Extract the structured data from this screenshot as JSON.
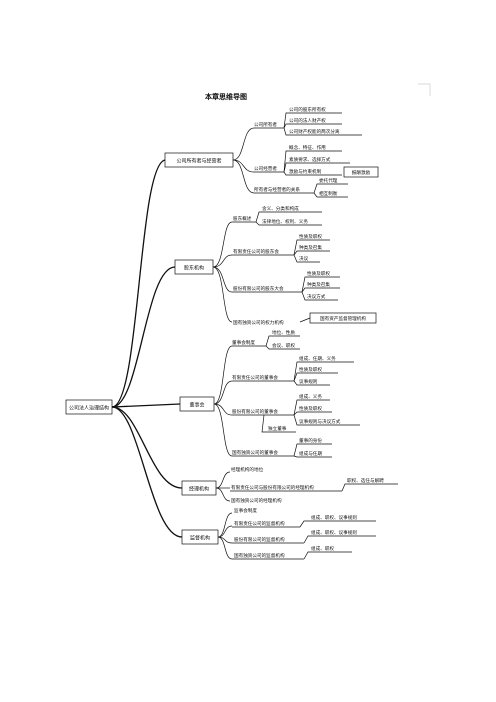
{
  "title": "本章思维导图",
  "root": "公司法人治理结构",
  "branches": [
    {
      "label": "公司所有者与经营者",
      "groups": [
        {
          "label": "公司所有者",
          "items": [
            "公司的股东所有权",
            "公司的法人财产权",
            "公司财产权能的两次分离"
          ]
        },
        {
          "label": "公司经营者",
          "items": [
            "概念、特征、作用",
            "素质要求、选择方式",
            "激励与约束机制",
            "报酬激励"
          ]
        },
        {
          "label": "所有者与经营者的关系",
          "items": [
            "委托代理",
            "相互制衡"
          ]
        }
      ]
    },
    {
      "label": "股东机构",
      "groups": [
        {
          "label": "股东概述",
          "items": [
            "含义、分类和构成",
            "法律地位、权利、义务"
          ]
        },
        {
          "label": "有限责任公司的股东会",
          "items": [
            "性质及职权",
            "种类及召集",
            "决议"
          ]
        },
        {
          "label": "股份有限公司的股东大会",
          "items": [
            "性质及职权",
            "种类及召集",
            "决议方式"
          ]
        },
        {
          "label": "国有独资公司的权力机构",
          "items": [
            "国有资产监督管理机构"
          ]
        }
      ]
    },
    {
      "label": "董事会",
      "groups": [
        {
          "label": "董事会制度",
          "items": [
            "地位、性质",
            "会议、职权"
          ]
        },
        {
          "label": "有限责任公司的董事会",
          "items": [
            "组成、任期、义务",
            "性质及职权",
            "议事规则"
          ]
        },
        {
          "label": "股份有限公司的董事会",
          "items": [
            "组成、义务",
            "性质及职权",
            "议事规则与决议方式",
            "独立董事"
          ]
        },
        {
          "label": "国有独资公司的董事会",
          "items": [
            "董事的身份",
            "组成与任期"
          ]
        }
      ]
    },
    {
      "label": "经理机构",
      "groups": [
        {
          "label": "经理机构的地位",
          "items": []
        },
        {
          "label": "有限责任公司与股份有限公司的经理机构",
          "items": [
            "职权、选任与解聘"
          ]
        },
        {
          "label": "国有独资公司的经理机构",
          "items": []
        }
      ]
    },
    {
      "label": "监督机构",
      "groups": [
        {
          "label": "监事会制度",
          "items": []
        },
        {
          "label": "有限责任公司的监督机构",
          "items": [
            "组成、职权、议事规则"
          ]
        },
        {
          "label": "股份有限公司的监督机构",
          "items": [
            "组成、职权、议事规则"
          ]
        },
        {
          "label": "国有独资公司的监督机构",
          "items": [
            "组成、职权"
          ]
        }
      ]
    }
  ]
}
